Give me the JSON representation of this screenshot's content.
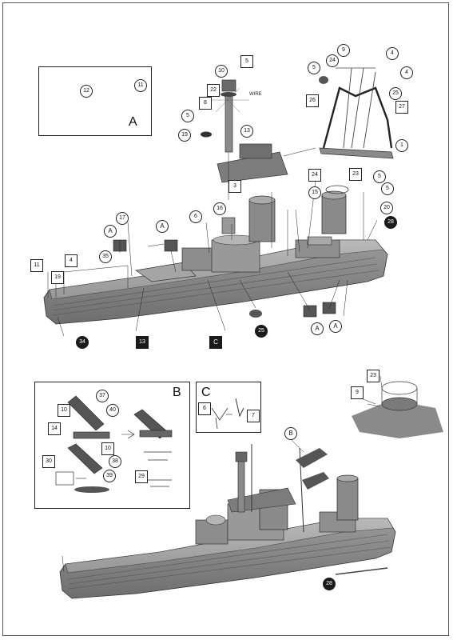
{
  "sheet": {
    "inset_labels": {
      "a": "A",
      "b": "B",
      "c": "C"
    },
    "wire_label": "WIRE"
  },
  "callouts_top": [
    {
      "id": "10",
      "shape": "circle",
      "style": "plain"
    },
    {
      "id": "5",
      "shape": "square",
      "style": "plain"
    },
    {
      "id": "22",
      "shape": "square",
      "style": "plain"
    },
    {
      "id": "8",
      "shape": "square",
      "style": "plain"
    },
    {
      "id": "5",
      "shape": "circle",
      "style": "plain"
    },
    {
      "id": "19",
      "shape": "circle",
      "style": "plain"
    },
    {
      "id": "13",
      "shape": "circle",
      "style": "plain"
    },
    {
      "id": "9",
      "shape": "circle",
      "style": "plain"
    },
    {
      "id": "24",
      "shape": "circle",
      "style": "plain"
    },
    {
      "id": "4",
      "shape": "circle",
      "style": "plain"
    },
    {
      "id": "4",
      "shape": "circle",
      "style": "plain"
    },
    {
      "id": "5",
      "shape": "circle",
      "style": "plain"
    },
    {
      "id": "26",
      "shape": "square",
      "style": "plain"
    },
    {
      "id": "25",
      "shape": "circle",
      "style": "plain"
    },
    {
      "id": "27",
      "shape": "square",
      "style": "plain"
    },
    {
      "id": "1",
      "shape": "circle",
      "style": "plain"
    },
    {
      "id": "12",
      "shape": "circle",
      "style": "plain"
    },
    {
      "id": "11",
      "shape": "circle",
      "style": "plain"
    },
    {
      "id": "3",
      "shape": "square",
      "style": "plain"
    },
    {
      "id": "24",
      "shape": "square",
      "style": "plain"
    },
    {
      "id": "23",
      "shape": "square",
      "style": "plain"
    },
    {
      "id": "5",
      "shape": "circle",
      "style": "plain"
    },
    {
      "id": "5",
      "shape": "circle",
      "style": "plain"
    },
    {
      "id": "15",
      "shape": "circle",
      "style": "plain"
    },
    {
      "id": "20",
      "shape": "circle",
      "style": "plain"
    },
    {
      "id": "28",
      "shape": "circle",
      "style": "dark"
    },
    {
      "id": "16",
      "shape": "circle",
      "style": "plain"
    },
    {
      "id": "6",
      "shape": "circle",
      "style": "plain"
    },
    {
      "id": "17",
      "shape": "circle",
      "style": "plain"
    },
    {
      "id": "A",
      "shape": "circle",
      "style": "plain"
    },
    {
      "id": "A",
      "shape": "circle",
      "style": "plain"
    },
    {
      "id": "35",
      "shape": "circle",
      "style": "plain"
    },
    {
      "id": "4",
      "shape": "square",
      "style": "plain"
    },
    {
      "id": "11",
      "shape": "square",
      "style": "plain"
    },
    {
      "id": "19",
      "shape": "square",
      "style": "plain"
    },
    {
      "id": "34",
      "shape": "circle",
      "style": "dark"
    },
    {
      "id": "13",
      "shape": "square",
      "style": "dark"
    },
    {
      "id": "C",
      "shape": "square",
      "style": "dark"
    },
    {
      "id": "25",
      "shape": "circle",
      "style": "dark"
    },
    {
      "id": "A",
      "shape": "circle",
      "style": "plain"
    },
    {
      "id": "A",
      "shape": "circle",
      "style": "plain"
    }
  ],
  "callouts_bottom": [
    {
      "id": "37",
      "shape": "circle",
      "style": "plain"
    },
    {
      "id": "10",
      "shape": "square",
      "style": "plain"
    },
    {
      "id": "40",
      "shape": "circle",
      "style": "plain"
    },
    {
      "id": "14",
      "shape": "square",
      "style": "plain"
    },
    {
      "id": "10",
      "shape": "square",
      "style": "plain"
    },
    {
      "id": "38",
      "shape": "circle",
      "style": "plain"
    },
    {
      "id": "30",
      "shape": "square",
      "style": "plain"
    },
    {
      "id": "39",
      "shape": "circle",
      "style": "plain"
    },
    {
      "id": "29",
      "shape": "square",
      "style": "plain"
    },
    {
      "id": "6",
      "shape": "square",
      "style": "plain"
    },
    {
      "id": "7",
      "shape": "square",
      "style": "plain"
    },
    {
      "id": "23",
      "shape": "square",
      "style": "plain"
    },
    {
      "id": "9",
      "shape": "square",
      "style": "plain"
    },
    {
      "id": "B",
      "shape": "circle",
      "style": "plain"
    },
    {
      "id": "28",
      "shape": "circle",
      "style": "dark"
    }
  ]
}
